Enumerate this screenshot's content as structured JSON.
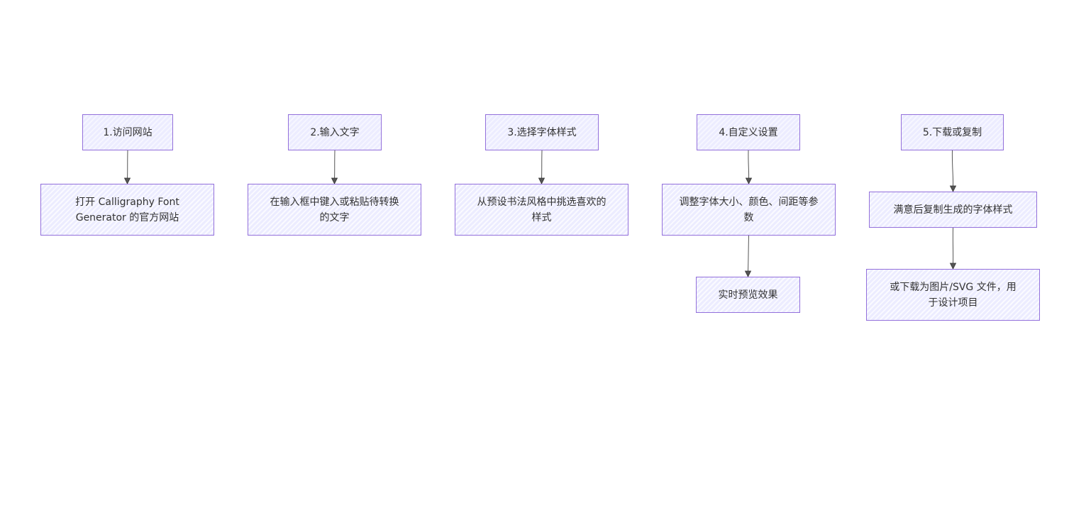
{
  "colors": {
    "node_fill": "#ECECFF",
    "node_stroke": "#9370DB",
    "edge": "#555555",
    "text": "#333333"
  },
  "steps": [
    {
      "title": "1.访问网站",
      "actions": [
        "打开 Calligraphy Font Generator 的官方网站"
      ]
    },
    {
      "title": "2.输入文字",
      "actions": [
        "在输入框中键入或粘贴待转换的文字"
      ]
    },
    {
      "title": "3.选择字体样式",
      "actions": [
        "从预设书法风格中挑选喜欢的样式"
      ]
    },
    {
      "title": "4.自定义设置",
      "actions": [
        "调整字体大小、颜色、间距等参数",
        "实时预览效果"
      ]
    },
    {
      "title": "5.下载或复制",
      "actions": [
        "满意后复制生成的字体样式",
        "或下载为图片/SVG 文件，用于设计项目"
      ]
    }
  ]
}
